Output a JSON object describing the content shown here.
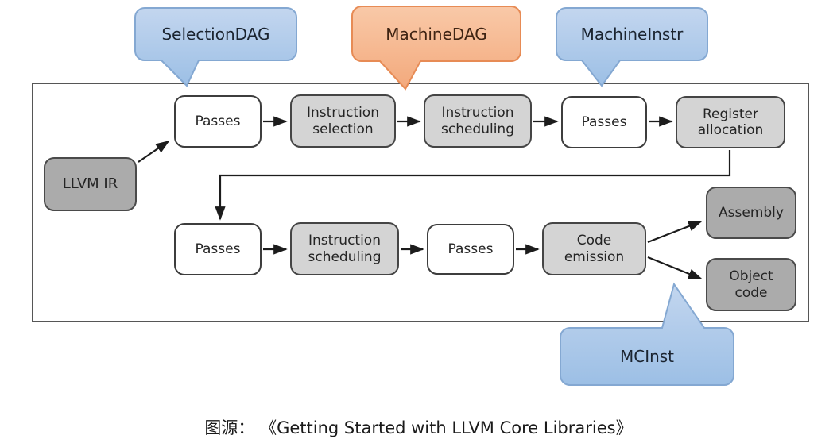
{
  "figure": {
    "caption": "图源： 《Getting Started with LLVM Core Libraries》"
  },
  "callouts": {
    "selection_dag": "SelectionDAG",
    "machine_dag": "MachineDAG",
    "machine_instr": "MachineInstr",
    "mcinst": "MCInst"
  },
  "nodes": {
    "llvm_ir": "LLVM IR",
    "passes": "Passes",
    "instruction_selection": "Instruction selection",
    "instruction_scheduling": "Instruction scheduling",
    "register_allocation": "Register allocation",
    "code_emission": "Code emission",
    "assembly": "Assembly",
    "object_code": "Object code"
  },
  "colors": {
    "callout_blue_top": "#c3d6ef",
    "callout_blue_bottom": "#9cbfe5",
    "callout_blue_border": "#84a8d2",
    "callout_orange_top": "#f9c9a8",
    "callout_orange_bottom": "#f3a97c",
    "callout_orange_border": "#e78b55",
    "node_white": "#ffffff",
    "node_light_gray": "#d4d4d4",
    "node_dark_gray": "#ababab",
    "node_border": "#454545",
    "frame_border": "#565656",
    "arrow": "#1c1c1c"
  }
}
